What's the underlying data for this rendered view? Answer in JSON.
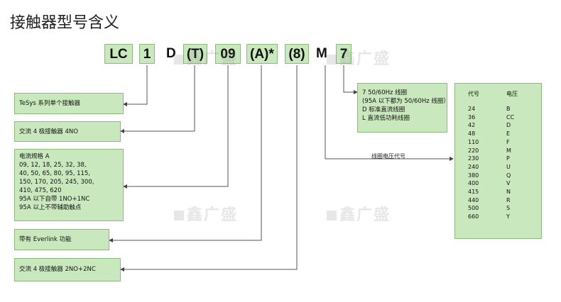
{
  "title": "接触器型号含义",
  "code": {
    "lc": "LC",
    "one": "1",
    "d": "D",
    "t": "(T)",
    "num": "09",
    "a": "(A)*",
    "eight": "(8)",
    "m": "M",
    "seven": "7"
  },
  "left_boxes": [
    {
      "lines": [
        "TeSys 系列单个接触器"
      ]
    },
    {
      "lines": [
        "交流 4 极接触器 4NO"
      ]
    },
    {
      "lines": [
        "电流规格 A",
        "09, 12, 18, 25, 32, 38,",
        "40, 50, 65, 80, 95, 115,",
        "150, 170, 205, 245, 300,",
        "410, 475, 620",
        "95A 以下自带 1NO+1NC",
        "95A 以上不带辅助触点"
      ]
    },
    {
      "lines": [
        "带有 Everlink 功能"
      ]
    },
    {
      "lines": [
        "交流 4 极接触器 2NO+2NC"
      ]
    }
  ],
  "coil_box": {
    "lines": [
      "7 50/60Hz 线圈",
      "(95A 以下都为 50/60Hz 线圈）",
      "D 标准直流线圈",
      "L 直流低功耗线圈"
    ]
  },
  "coil_label": "线圈电压代号",
  "voltage_table": {
    "header_code": "代号",
    "header_voltage": "电压",
    "codes": [
      "24",
      "36",
      "42",
      "48",
      "110",
      "220",
      "230",
      "240",
      "380",
      "400",
      "415",
      "440",
      "500",
      "660"
    ],
    "letters": [
      "B",
      "CC",
      "D",
      "E",
      "F",
      "M",
      "P",
      "U",
      "Q",
      "V",
      "N",
      "R",
      "S",
      "Y"
    ]
  },
  "watermark": "鑫广盛"
}
